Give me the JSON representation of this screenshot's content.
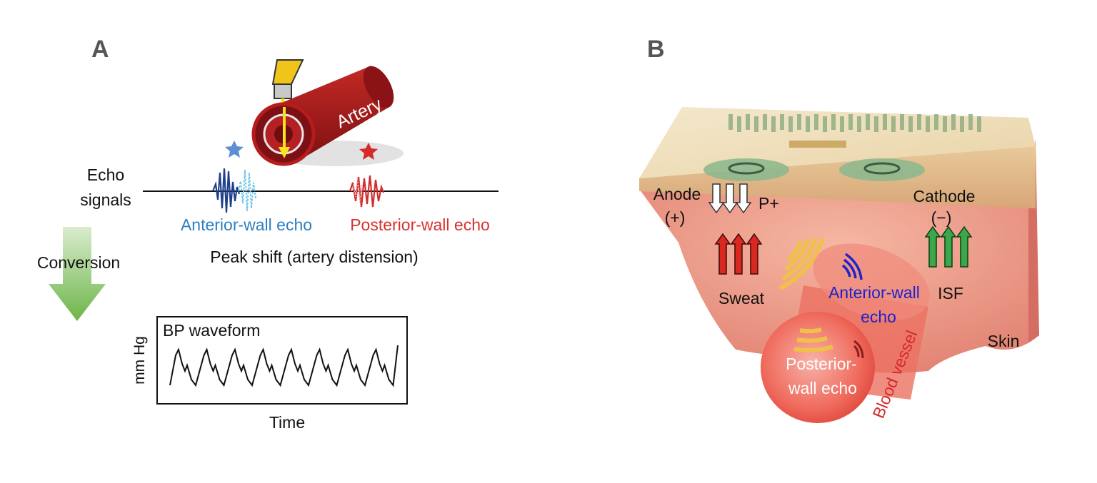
{
  "panel_a": {
    "label": "A",
    "artery_label": "Artery",
    "echo_signals_line1": "Echo",
    "echo_signals_line2": "signals",
    "anterior_echo": "Anterior-wall echo",
    "posterior_echo": "Posterior-wall echo",
    "peak_shift": "Peak shift (artery distension)",
    "conversion": "Conversion",
    "bp_title": "BP waveform",
    "y_axis": "mm Hg",
    "x_axis": "Time"
  },
  "panel_b": {
    "label": "B",
    "anode": "Anode",
    "anode_sign": "(+)",
    "p_plus": "P+",
    "cathode": "Cathode",
    "cathode_sign": "(−)",
    "sweat": "Sweat",
    "isf": "ISF",
    "anterior_line1": "Anterior-wall",
    "anterior_line2": "echo",
    "posterior_line1": "Posterior-",
    "posterior_line2": "wall echo",
    "blood_vessel": "Blood vessel",
    "skin": "Skin"
  },
  "colors": {
    "anterior": "#2d7fc1",
    "posterior": "#d9302c",
    "artery": "#a3181a",
    "conversion_arrow": "#7cbf5a",
    "sweat_arrow": "#d9281f",
    "isf_arrow": "#3aa84a",
    "patch": "#f2e3c4",
    "skin": "#e98f7e",
    "vessel_text": "#d42a2a",
    "anterior_echo_b": "#1f22c9"
  }
}
